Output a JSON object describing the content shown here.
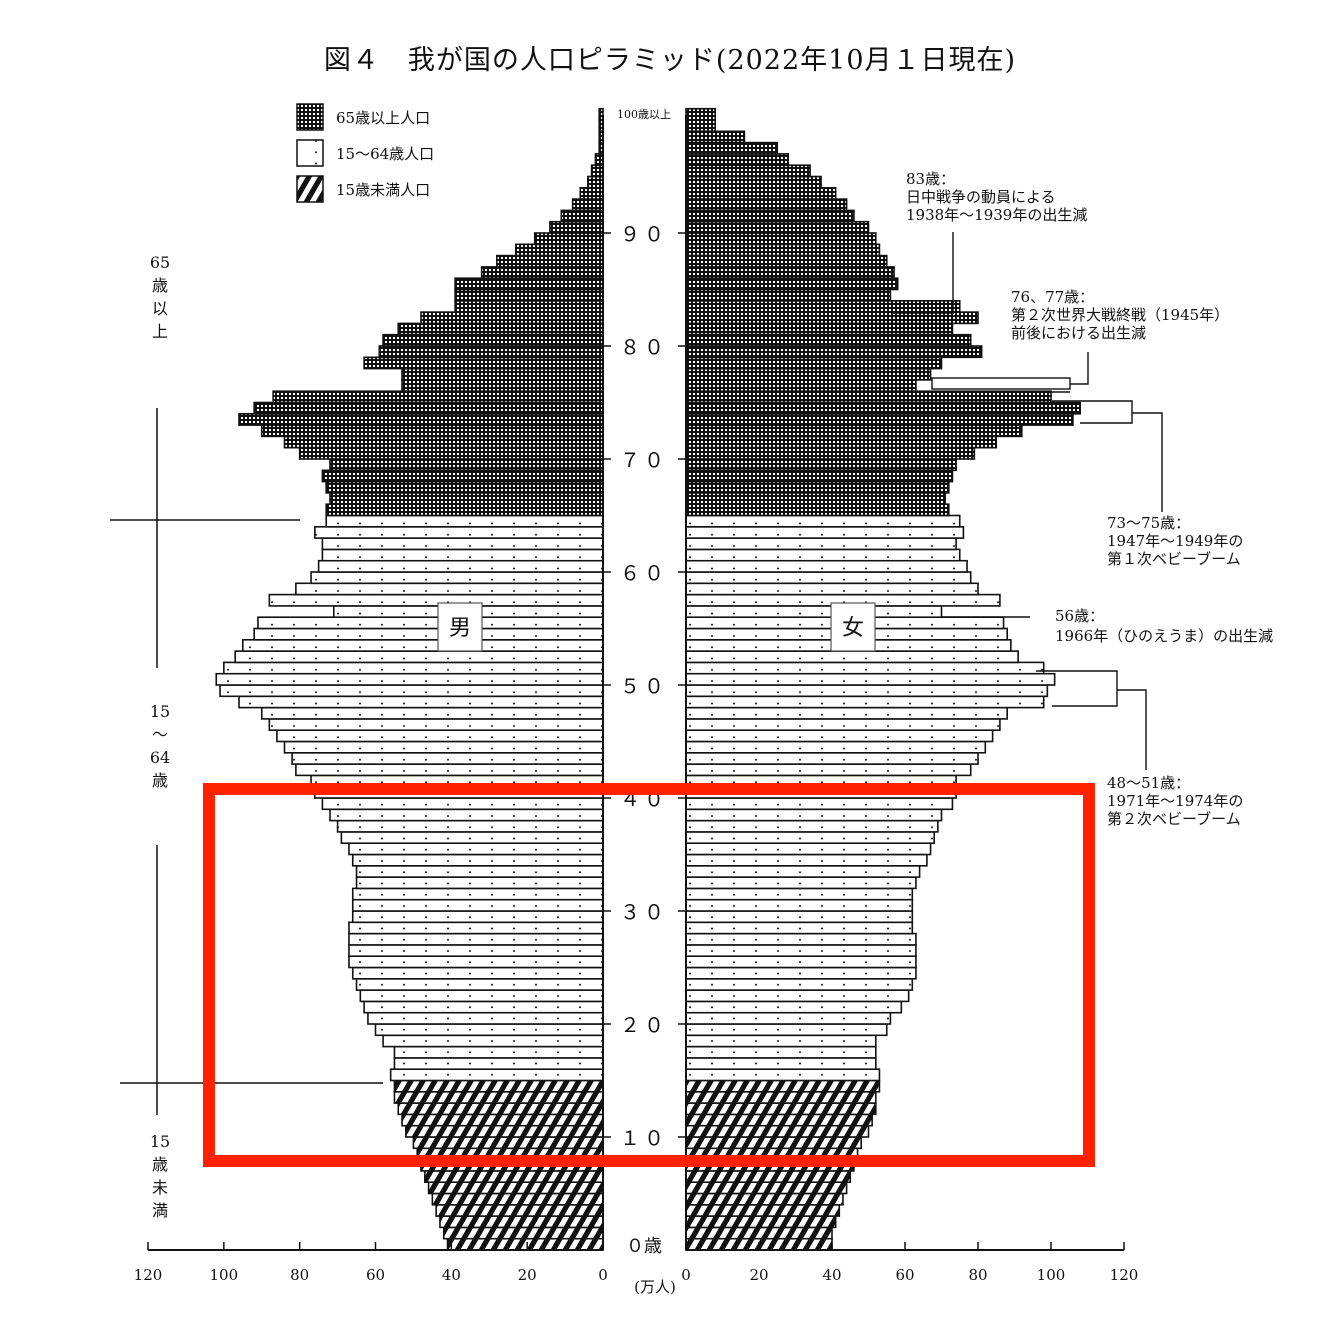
{
  "title": "図４　我が国の人口ピラミッド(2022年10月１日現在)",
  "legend": [
    {
      "key": "elderly",
      "label": "65歳以上人口",
      "pattern": "dense-dots-dark"
    },
    {
      "key": "working",
      "label": "15～64歳人口",
      "pattern": "sparse-dots-light"
    },
    {
      "key": "children",
      "label": "15歳未満人口",
      "pattern": "diagonal-hatch"
    }
  ],
  "labels": {
    "male": "男",
    "female": "女",
    "unit": "(万人)",
    "age_top": "100歳以上",
    "age_zero": "０歳",
    "group_65": [
      "65",
      "歳",
      "以",
      "上"
    ],
    "group_15_64": [
      "15",
      "～",
      "64",
      "歳"
    ],
    "group_under15": [
      "15",
      "歳",
      "未",
      "満"
    ]
  },
  "annotations": [
    {
      "id": "a83",
      "lines": [
        "83歳：",
        "日中戦争の動員による",
        "1938年～1939年の出生減"
      ]
    },
    {
      "id": "a7677",
      "lines": [
        "76、77歳：",
        "第２次世界大戦終戦（1945年）",
        "前後における出生減"
      ]
    },
    {
      "id": "a7375",
      "lines": [
        "73～75歳：",
        "1947年～1949年の",
        "第１次ベビーブーム"
      ]
    },
    {
      "id": "a56",
      "lines": [
        "56歳：",
        "1966年（ひのえうま）の出生減"
      ]
    },
    {
      "id": "a4851",
      "lines": [
        "48～51歳：",
        "1971年～1974年の",
        "第２次ベビーブーム"
      ]
    }
  ],
  "highlight": {
    "color": "#ff2200",
    "covers_ages": [
      10,
      41
    ]
  },
  "chart_data": {
    "type": "bar",
    "subtype": "population-pyramid",
    "title": "図４　我が国の人口ピラミッド(2022年10月１日現在)",
    "xlabel": "(万人)",
    "ylabel": "年齢",
    "xlim": [
      0,
      120
    ],
    "x_ticks": [
      0,
      20,
      40,
      60,
      80,
      100,
      120
    ],
    "y_ticks": [
      "０歳",
      "１０",
      "２０",
      "３０",
      "４０",
      "５０",
      "６０",
      "７０",
      "８０",
      "９０",
      "100歳以上"
    ],
    "categories_age": [
      0,
      1,
      2,
      3,
      4,
      5,
      6,
      7,
      8,
      9,
      10,
      11,
      12,
      13,
      14,
      15,
      16,
      17,
      18,
      19,
      20,
      21,
      22,
      23,
      24,
      25,
      26,
      27,
      28,
      29,
      30,
      31,
      32,
      33,
      34,
      35,
      36,
      37,
      38,
      39,
      40,
      41,
      42,
      43,
      44,
      45,
      46,
      47,
      48,
      49,
      50,
      51,
      52,
      53,
      54,
      55,
      56,
      57,
      58,
      59,
      60,
      61,
      62,
      63,
      64,
      65,
      66,
      67,
      68,
      69,
      70,
      71,
      72,
      73,
      74,
      75,
      76,
      77,
      78,
      79,
      80,
      81,
      82,
      83,
      84,
      85,
      86,
      87,
      88,
      89,
      90,
      91,
      92,
      93,
      94,
      95,
      96,
      97,
      98,
      99,
      "100+"
    ],
    "series": [
      {
        "name": "男",
        "side": "left",
        "values": [
          41,
          42,
          43,
          44,
          45,
          46,
          47,
          48,
          49,
          50,
          52,
          53,
          54,
          55,
          55,
          56,
          55,
          55,
          58,
          60,
          62,
          63,
          64,
          65,
          66,
          67,
          67,
          67,
          67,
          66,
          66,
          66,
          65,
          65,
          66,
          67,
          69,
          70,
          72,
          74,
          76,
          77,
          81,
          82,
          84,
          86,
          88,
          90,
          96,
          101,
          102,
          100,
          97,
          95,
          92,
          91,
          71,
          88,
          81,
          77,
          75,
          74,
          74,
          76,
          73,
          73,
          72,
          73,
          74,
          72,
          80,
          84,
          90,
          96,
          92,
          87,
          53,
          53,
          63,
          59,
          58,
          54,
          48,
          39,
          39,
          39,
          32,
          28,
          23,
          18,
          14,
          11,
          8,
          6,
          4,
          3,
          2,
          1,
          1,
          1,
          1
        ]
      },
      {
        "name": "女",
        "side": "right",
        "values": [
          40,
          40,
          41,
          42,
          43,
          44,
          45,
          46,
          47,
          48,
          50,
          51,
          52,
          52,
          53,
          53,
          52,
          52,
          52,
          55,
          56,
          59,
          61,
          62,
          63,
          63,
          63,
          63,
          62,
          62,
          62,
          62,
          63,
          64,
          66,
          67,
          68,
          69,
          70,
          73,
          74,
          74,
          78,
          80,
          82,
          84,
          86,
          88,
          98,
          99,
          101,
          98,
          91,
          89,
          88,
          87,
          70,
          86,
          80,
          78,
          77,
          75,
          74,
          76,
          75,
          72,
          71,
          72,
          73,
          74,
          79,
          85,
          92,
          106,
          108,
          100,
          63,
          67,
          70,
          81,
          78,
          73,
          80,
          75,
          56,
          58,
          57,
          55,
          53,
          52,
          50,
          46,
          44,
          41,
          37,
          34,
          28,
          25,
          16,
          8,
          8
        ]
      }
    ],
    "categories_group": [
      {
        "name": "15歳未満人口",
        "ages": [
          0,
          14
        ]
      },
      {
        "name": "15～64歳人口",
        "ages": [
          15,
          64
        ]
      },
      {
        "name": "65歳以上人口",
        "ages": [
          65,
          100
        ]
      }
    ],
    "legend_position": "top-left",
    "grid": false
  }
}
